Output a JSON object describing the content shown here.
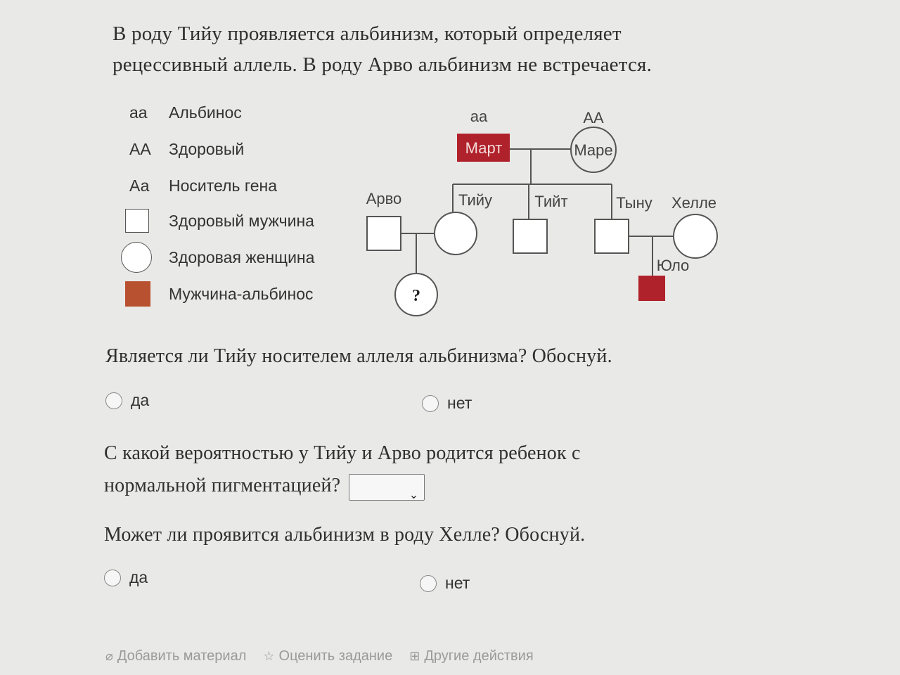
{
  "intro": {
    "line1": "В роду Тийу проявляется альбинизм, который определяет",
    "line2": "рецессивный аллель. В роду Арво альбинизм не встречается."
  },
  "legend": [
    {
      "code": "аа",
      "label": "Альбинос"
    },
    {
      "code": "АА",
      "label": "Здоровый"
    },
    {
      "code": "Аа",
      "label": "Носитель гена"
    },
    {
      "symbol": "square",
      "label": "Здоровый мужчина"
    },
    {
      "symbol": "circle",
      "label": "Здоровая женщина"
    },
    {
      "symbol": "albino-square",
      "label": "Мужчина-альбинос"
    }
  ],
  "pedigree": {
    "mart": {
      "name": "Март",
      "genotype": "аа"
    },
    "mare": {
      "name": "Маре",
      "genotype": "АА"
    },
    "arvo": "Арво",
    "tiiu": "Тийу",
    "tiit": "Тийт",
    "tynu": "Тыну",
    "helle": "Хелле",
    "ulo": "Юло",
    "unknown": "?"
  },
  "colors": {
    "albino": "#b8512f",
    "mart_fill": "#b0222b",
    "ulo_fill": "#b0222b"
  },
  "q1": {
    "text": "Является ли Тийу носителем аллеля альбинизма? Обоснуй.",
    "yes": "да",
    "no": "нет"
  },
  "q2": {
    "line1": "С какой вероятностью у Тийу и Арво родится ребенок с",
    "line2": "нормальной пигментацией?"
  },
  "q3": {
    "text": "Может ли проявится альбинизм в роду Хелле? Обоснуй.",
    "yes": "да",
    "no": "нет"
  },
  "footer": {
    "add": "Добавить материал",
    "rate": "Оценить задание",
    "other": "Другие действия"
  },
  "icons": {
    "add": "paperclip-icon",
    "rate": "star-icon",
    "other": "plus-box-icon"
  }
}
